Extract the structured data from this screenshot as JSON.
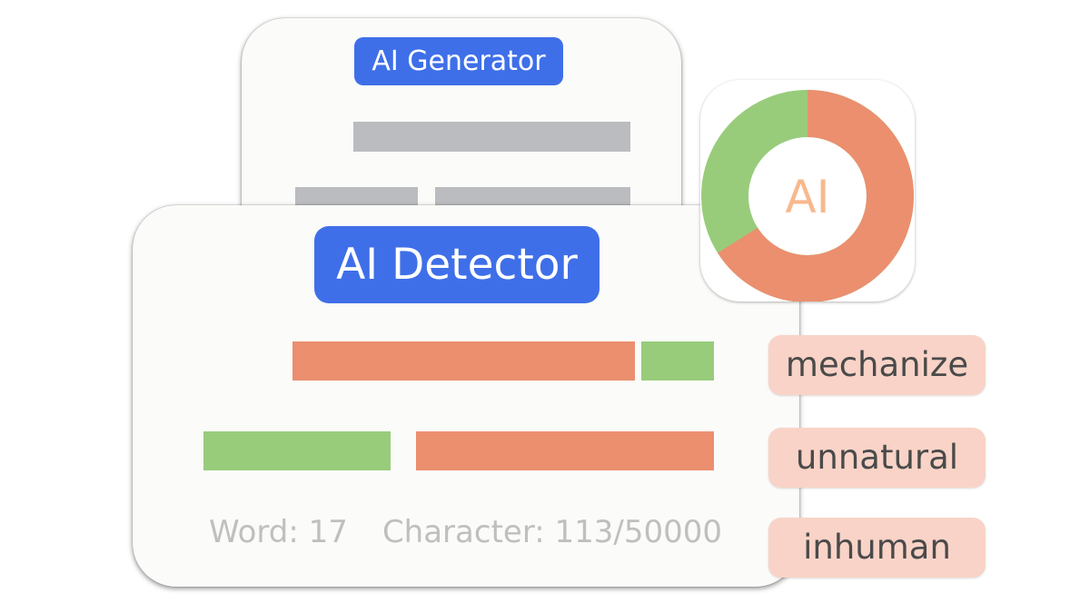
{
  "generator": {
    "title": "AI Generator"
  },
  "detector": {
    "title": "AI Detector",
    "word_label": "Word:",
    "word_count": "17",
    "character_label": "Character:",
    "character_count": "113/50000"
  },
  "donut": {
    "label": "AI",
    "ai_share": 0.66,
    "human_share": 0.34,
    "ai_color": "#eb8f6f",
    "human_color": "#98cc7b",
    "label_color": "#f7b98d"
  },
  "tags": [
    "mechanize",
    "unnatural",
    "inhuman"
  ],
  "colors": {
    "title_bg": "#3f6fe8",
    "ai": "#eb8f6f",
    "human": "#98cc7b",
    "placeholder": "#bbbcbf",
    "tag_bg": "#f9d3c7"
  }
}
